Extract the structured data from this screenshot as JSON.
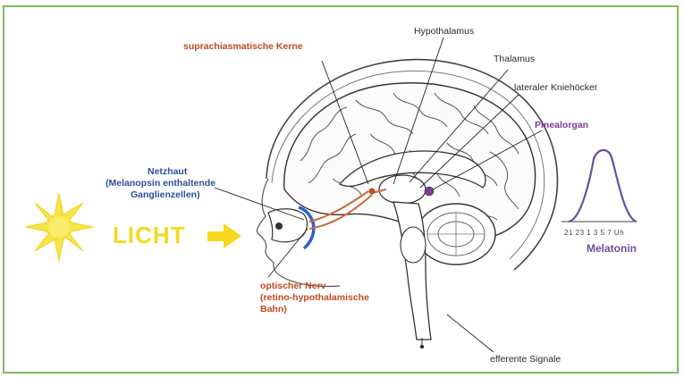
{
  "labels": {
    "scn": "suprachiasmatische Kerne",
    "hypothalamus": "Hypothalamus",
    "thalamus": "Thalamus",
    "internal_capsule": "lateraler Kniehöcker",
    "pineal": "Pinealorgan",
    "retina_title": "Netzhaut",
    "retina_sub1": "(Melanopsin enthaltende",
    "retina_sub2": "Ganglienzellen)",
    "optic_title": "optischer Nerv",
    "optic_sub1": "(retino-hypothalamische",
    "optic_sub2": "Bahn)",
    "efferent": "efferente Signale",
    "light": "LICHT"
  },
  "melatonin_chart": {
    "label": "Melatonin",
    "ticks": "21 23 1  3  5  7 Uh"
  },
  "colors": {
    "frame": "#7dbf5a",
    "light_yellow": "#f5d91f",
    "red_text": "#c24a1d",
    "blue_text": "#2c4e9a",
    "purple": "#7a3e9b",
    "curve": "#6b4ea0",
    "pathway": "#c96a3a"
  },
  "icons": [
    "sun-icon",
    "arrow-right-icon",
    "eye-icon",
    "brain-illustration",
    "melatonin-curve"
  ]
}
